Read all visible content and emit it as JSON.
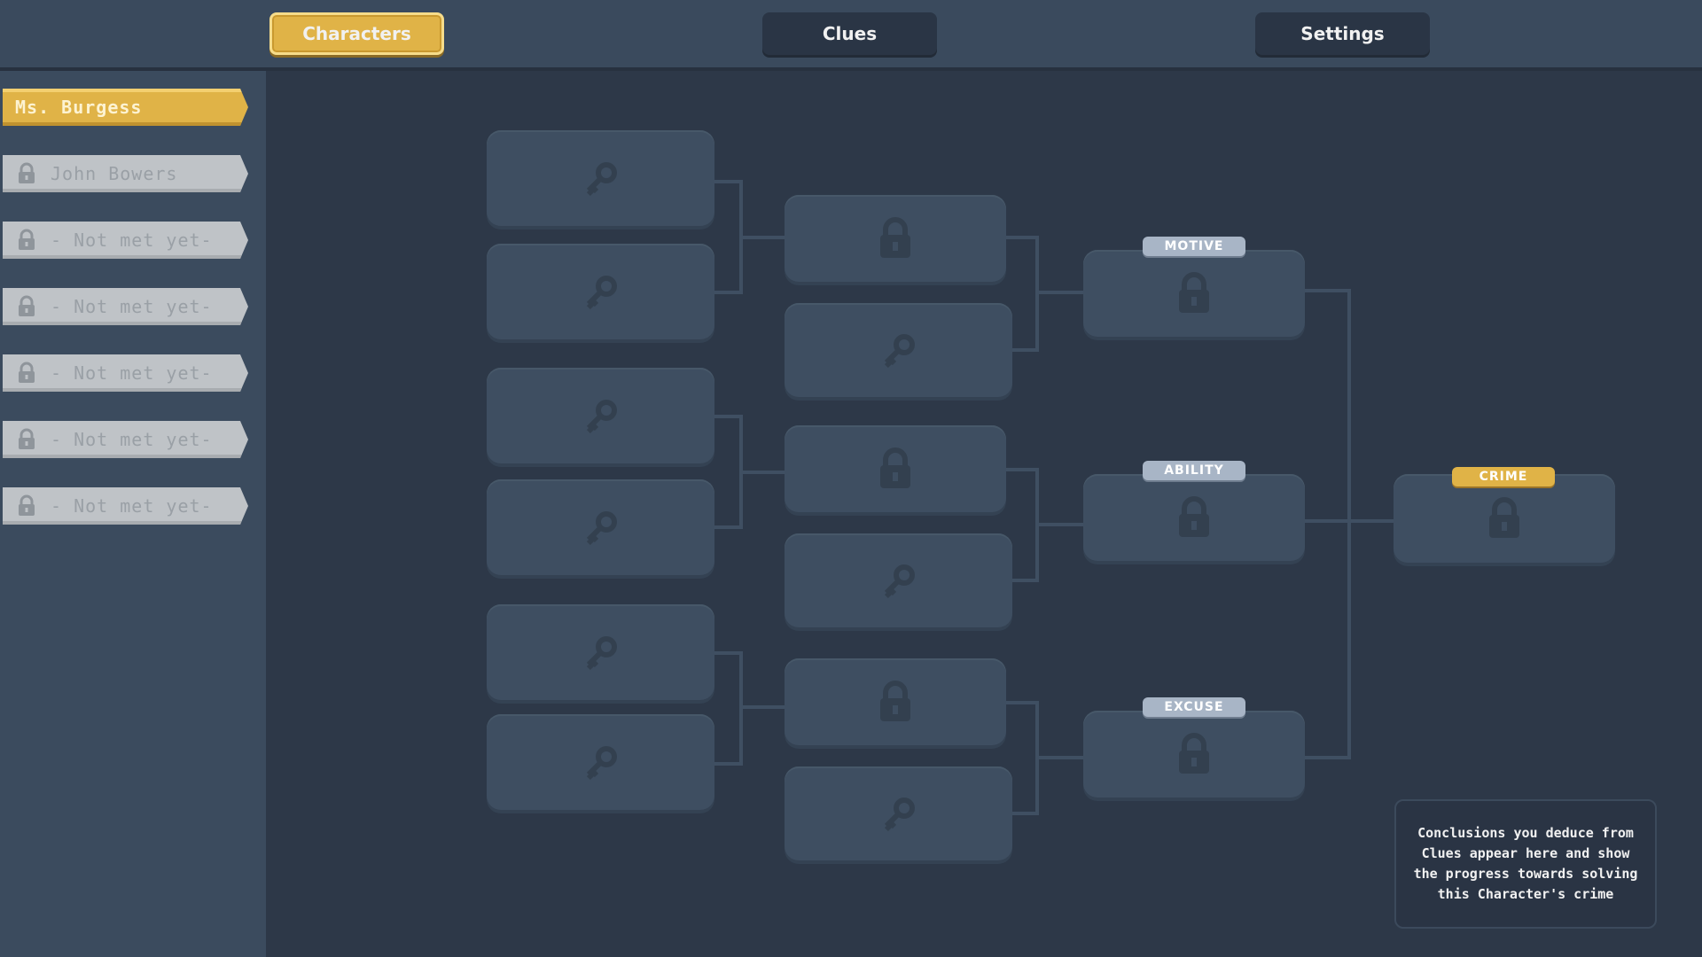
{
  "tabs": {
    "characters": "Characters",
    "clues": "Clues",
    "settings": "Settings"
  },
  "characters": [
    {
      "name": "Ms. Burgess",
      "locked": false,
      "selected": true
    },
    {
      "name": "John Bowers",
      "locked": true,
      "selected": false
    },
    {
      "name": "- Not met yet-",
      "locked": true,
      "selected": false
    },
    {
      "name": "- Not met yet-",
      "locked": true,
      "selected": false
    },
    {
      "name": "- Not met yet-",
      "locked": true,
      "selected": false
    },
    {
      "name": "- Not met yet-",
      "locked": true,
      "selected": false
    },
    {
      "name": "- Not met yet-",
      "locked": true,
      "selected": false
    }
  ],
  "board": {
    "motive_label": "MOTIVE",
    "ability_label": "ABILITY",
    "excuse_label": "EXCUSE",
    "crime_label": "CRIME"
  },
  "hint_text": "Conclusions you deduce from Clues appear here and show the progress towards solving this Character's crime",
  "colors": {
    "accent": "#e0b347",
    "background": "#2d3848",
    "sidebar": "#3b4b5e",
    "card": "#3e4e61",
    "label": "#a8b5c6"
  }
}
